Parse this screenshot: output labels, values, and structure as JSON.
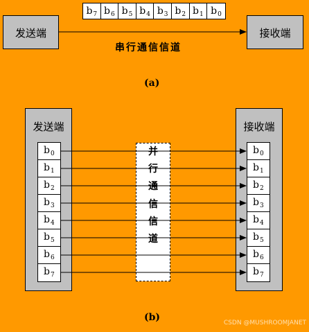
{
  "serial": {
    "sender": "发送端",
    "receiver": "接收端",
    "bits": [
      {
        "b": "b",
        "s": "7"
      },
      {
        "b": "b",
        "s": "6"
      },
      {
        "b": "b",
        "s": "5"
      },
      {
        "b": "b",
        "s": "4"
      },
      {
        "b": "b",
        "s": "3"
      },
      {
        "b": "b",
        "s": "2"
      },
      {
        "b": "b",
        "s": "1"
      },
      {
        "b": "b",
        "s": "0"
      }
    ],
    "channel_label": "串行通信信道",
    "caption": "(a)"
  },
  "parallel": {
    "sender": "发送端",
    "receiver": "接收端",
    "bits": [
      {
        "b": "b",
        "s": "0"
      },
      {
        "b": "b",
        "s": "1"
      },
      {
        "b": "b",
        "s": "2"
      },
      {
        "b": "b",
        "s": "3"
      },
      {
        "b": "b",
        "s": "4"
      },
      {
        "b": "b",
        "s": "5"
      },
      {
        "b": "b",
        "s": "6"
      },
      {
        "b": "b",
        "s": "7"
      }
    ],
    "channel_chars": [
      "并",
      "行",
      "通",
      "信",
      "信",
      "道",
      ""
    ],
    "caption": "(b)"
  },
  "watermark": "CSDN @MUSHROOMJANET"
}
